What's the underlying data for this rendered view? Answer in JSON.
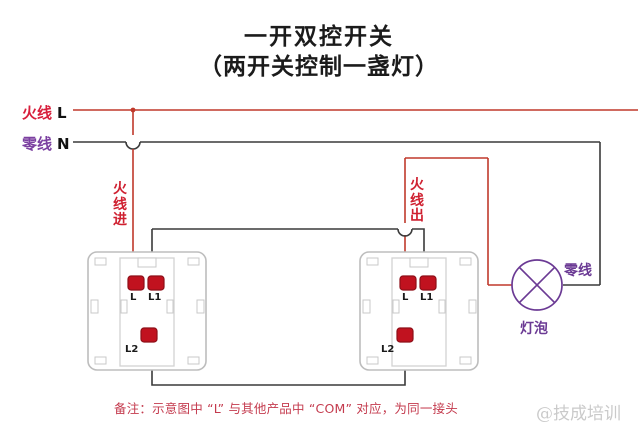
{
  "title": {
    "line1": "一开双控开关",
    "line2": "（两开关控制一盏灯）"
  },
  "supply": {
    "live": {
      "cn": "火线",
      "letter": "L",
      "color": "#d81f3c"
    },
    "neutral": {
      "cn": "零线",
      "letter": "N",
      "color": "#7b3fa0"
    }
  },
  "annotations": {
    "live_in": "火线进",
    "live_out": "火线出",
    "lamp_name": "灯泡",
    "lamp_neutral": "零线"
  },
  "switches": [
    {
      "id": "switch-left",
      "terminals": [
        {
          "name": "L",
          "label": "L"
        },
        {
          "name": "L1",
          "label": "L1"
        },
        {
          "name": "L2",
          "label": "L2"
        }
      ]
    },
    {
      "id": "switch-right",
      "terminals": [
        {
          "name": "L",
          "label": "L"
        },
        {
          "name": "L1",
          "label": "L1"
        },
        {
          "name": "L2",
          "label": "L2"
        }
      ]
    }
  ],
  "lamp": {
    "symbol": "circle-cross",
    "label": "灯泡"
  },
  "footnote": "备注：示意图中 “L” 与其他产品中 “COM” 对应，为同一接头",
  "watermark": "@技成培训",
  "colors": {
    "live_wire": "#c0392b",
    "neutral_wire": "#3a3a3a",
    "switch_outline": "#bdbdbd",
    "terminal_red": "#c1121f",
    "lamp_purple": "#6b3a94",
    "title_black": "#1b1b1b"
  }
}
